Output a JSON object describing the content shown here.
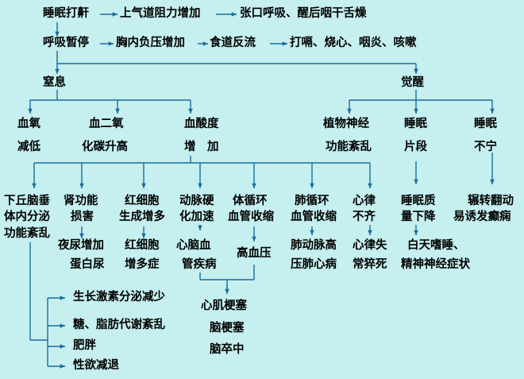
{
  "colors": {
    "background": "#c6efef",
    "connector": "#1a6d9e",
    "text": "#000000"
  },
  "nodes": {
    "snoring": "睡眠打鼾",
    "airway": "上气道阻力增加",
    "mouth": "张口呼吸、醒后咽干舌燥",
    "apnea": "呼吸暂停",
    "pressure": "胸内负压增加",
    "reflux": "食道反流",
    "symptoms": "打嗝、烧心、咽炎、咳嗽",
    "hypoxia": "窒息",
    "arousal": "觉醒",
    "oxygen": [
      "血氧",
      "减低"
    ],
    "co2": [
      "血二氧",
      "化碳升高"
    ],
    "acid": [
      "血酸度",
      "增　加"
    ],
    "autonomic": [
      "植物神经",
      "功能紊乱"
    ],
    "fragment": [
      "睡眠",
      "片段"
    ],
    "restless": [
      "睡眠",
      "不宁"
    ],
    "hypothalamus": [
      "下丘脑垂",
      "体内分泌",
      "功能紊乱"
    ],
    "renal": [
      "肾功能",
      "损害"
    ],
    "rbc": [
      "红细胞",
      "生成增多"
    ],
    "arterio": [
      "动脉硬",
      "化加速"
    ],
    "systemic": [
      "体循环",
      "血管收缩"
    ],
    "pulmonary": [
      "肺循环",
      "血管收缩"
    ],
    "arrhythmia": [
      "心律",
      "不齐"
    ],
    "quality": [
      "睡眠质",
      "量下降"
    ],
    "tossing": [
      "辗转翻动",
      "易诱发癫痫"
    ],
    "nocturia": [
      "夜尿增加",
      "蛋白尿"
    ],
    "polycythemia": [
      "红细胞",
      "增多症"
    ],
    "cardiovascular": [
      "心脑血",
      "管疾病"
    ],
    "hypertension": "高血压",
    "corpulmonale": [
      "肺动脉高",
      "压肺心病"
    ],
    "suddendeath": [
      "心律失",
      "常猝死"
    ],
    "sleepiness": [
      "白天嗜睡、",
      "精神神经症状"
    ],
    "outcomes": [
      "心肌梗塞",
      "脑梗塞",
      "脑卒中"
    ],
    "endocrine": [
      "生长激素分泌减少",
      "糖、脂肪代谢紊乱",
      "肥胖",
      "性欲减退"
    ]
  }
}
